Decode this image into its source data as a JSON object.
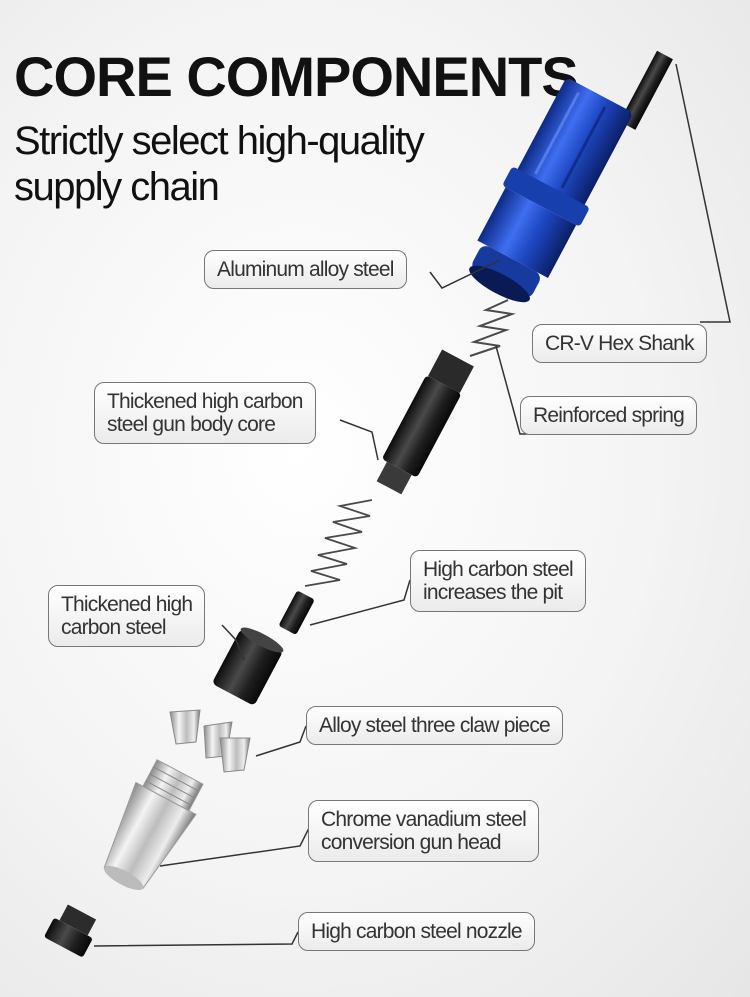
{
  "heading": {
    "title": "CORE COMPONENTS",
    "subtitle_line1": "Strictly select high-quality",
    "subtitle_line2": "supply chain"
  },
  "callouts": {
    "aluminum": "Aluminum alloy steel",
    "hex_shank": "CR-V Hex Shank",
    "spring": "Reinforced spring",
    "gun_core_line1": "Thickened high carbon",
    "gun_core_line2": "steel gun body core",
    "pit_line1": "High carbon steel",
    "pit_line2": "increases the pit",
    "sleeve_line1": "Thickened high",
    "sleeve_line2": "carbon steel",
    "claw": "Alloy steel three claw piece",
    "head_line1": "Chrome vanadium steel",
    "head_line2": "conversion gun head",
    "nozzle": "High carbon steel nozzle"
  },
  "colors": {
    "housing_blue": "#1f49c4",
    "steel_dark": "#1e1e1e",
    "chrome": "#c9c9c9",
    "leader_line": "#333333"
  }
}
